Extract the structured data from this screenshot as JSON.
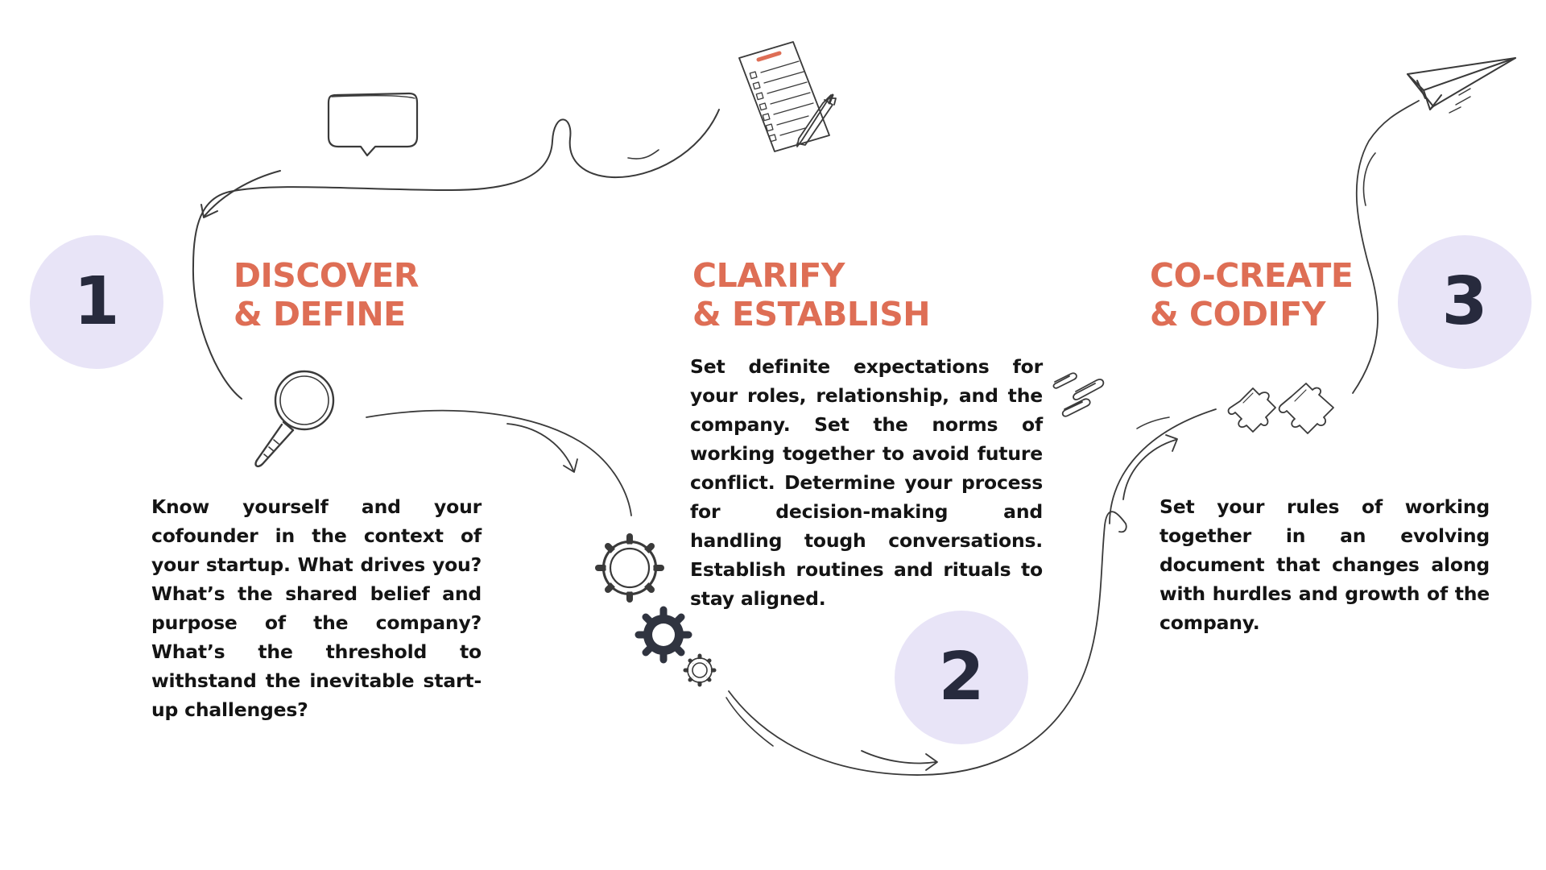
{
  "steps": [
    {
      "number": "1",
      "title_line1": "DISCOVER",
      "title_line2": "& DEFINE",
      "body": "Know yourself and your cofounder in the context of your startup. What drives you? What’s the shared belief and purpose of the company? What’s the threshold to withstand the inevitable start-up challenges?"
    },
    {
      "number": "2",
      "title_line1": "CLARIFY",
      "title_line2": "& ESTABLISH",
      "body": "Set definite expectations for your roles, relationship, and the company. Set the norms of working together to avoid future conflict. Determine your process for decision-making and handling tough conversations. Establish routines and rituals to stay aligned."
    },
    {
      "number": "3",
      "title_line1": "CO-CREATE",
      "title_line2": "& CODIFY",
      "body": "Set your rules of working together in an evolving document that changes along with hurdles and growth of the company."
    }
  ],
  "colors": {
    "accent": "#de6e55",
    "circle": "#e8e4f7",
    "number": "#272a3d",
    "text": "#141414",
    "line": "#3a3a3a"
  },
  "icons": [
    "speech-bubble-icon",
    "checklist-icon",
    "pencil-icon",
    "paper-plane-icon",
    "magnifier-icon",
    "gears-icon",
    "paperclips-icon",
    "puzzle-icon"
  ]
}
